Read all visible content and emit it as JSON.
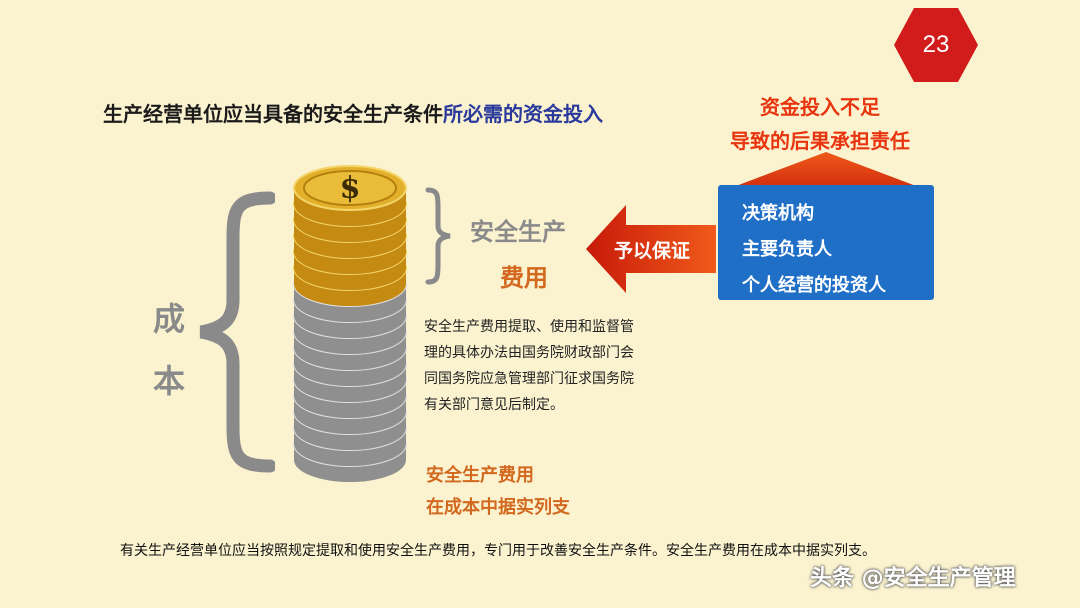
{
  "page_number": "23",
  "title": {
    "main": "生产经营单位应当具备的安全生产条件",
    "highlight": "所必需的资金投入"
  },
  "cost_label": [
    "成",
    "本"
  ],
  "fee": {
    "line1": "安全生产",
    "line2": "费用"
  },
  "description": [
    "安全生产费用提取、使用和监督管",
    "理的具体办法由国务院财政部门会",
    "同国务院应急管理部门征求国务院",
    "有关部门意见后制定。"
  ],
  "emphasis": {
    "line1": "安全生产费用",
    "line2": "在成本中据实列支"
  },
  "guarantee_arrow": "予以保证",
  "consequence": {
    "line1": "资金投入不足",
    "line2": "导致的后果承担责任"
  },
  "responsible_parties": [
    "决策机构",
    "主要负责人",
    "个人经营的投资人"
  ],
  "coin_symbol": "$",
  "footer": "有关生产经营单位应当按照规定提取和使用安全生产费用，专门用于改善安全生产条件。安全生产费用在成本中据实列支。",
  "watermark": "头条 @安全生产管理",
  "colors": {
    "background": "#fbf3d0",
    "accent_red": "#d21c1c",
    "orange": "#d2691e",
    "blue_box": "#1f6fc7",
    "title_highlight": "#2a3a9c",
    "gold_coin": "#e2b02a",
    "silver_coin": "#b8b8b8"
  }
}
